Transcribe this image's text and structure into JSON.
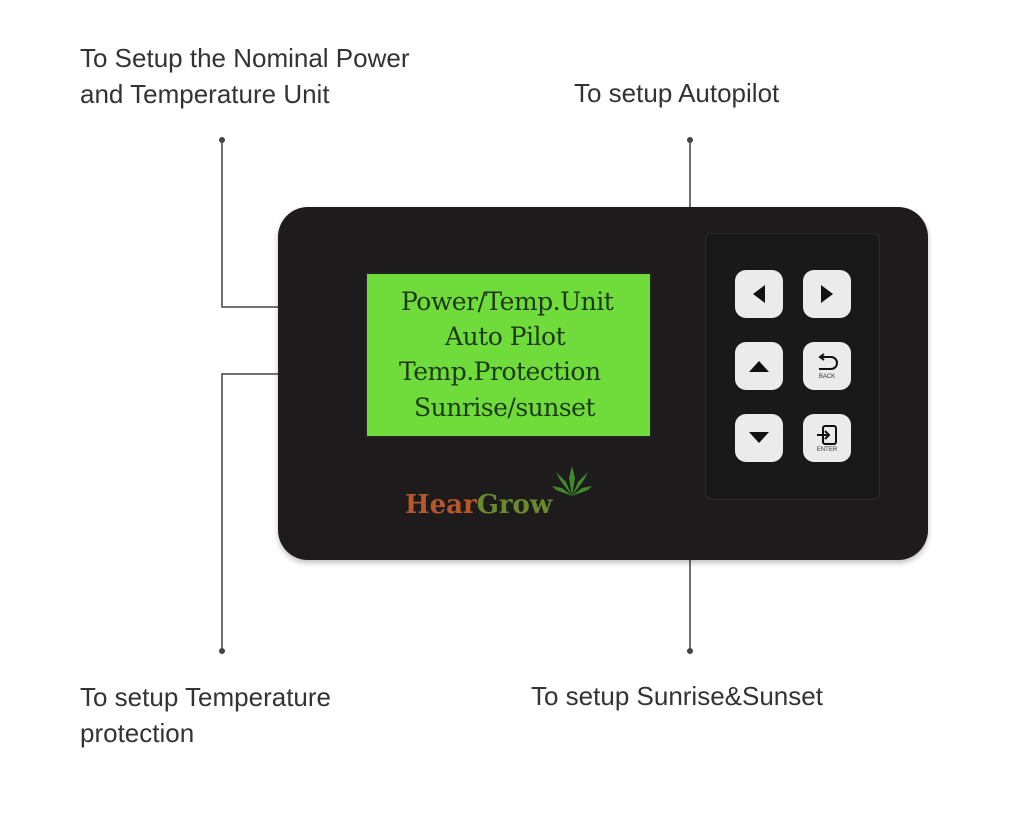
{
  "captions": {
    "power_line1": "To Setup the Nominal Power",
    "power_line2": "and Temperature Unit",
    "autopilot": "To setup Autopilot",
    "temp_line1": "To setup Temperature",
    "temp_line2": "protection",
    "sunrise": "To setup Sunrise&Sunset"
  },
  "lcd": {
    "line1": "Power/Temp.Unit",
    "line2": "Auto Pilot",
    "line3": "Temp.Protection",
    "line4": "Sunrise/sunset"
  },
  "keypad": {
    "back_label": "BACK",
    "enter_label": "ENTER"
  },
  "logo": {
    "part1": "Hear",
    "part2": "Grow"
  },
  "colors": {
    "lcd": "#6fdc3c",
    "device": "#1d1b1c",
    "line": "#444444"
  }
}
